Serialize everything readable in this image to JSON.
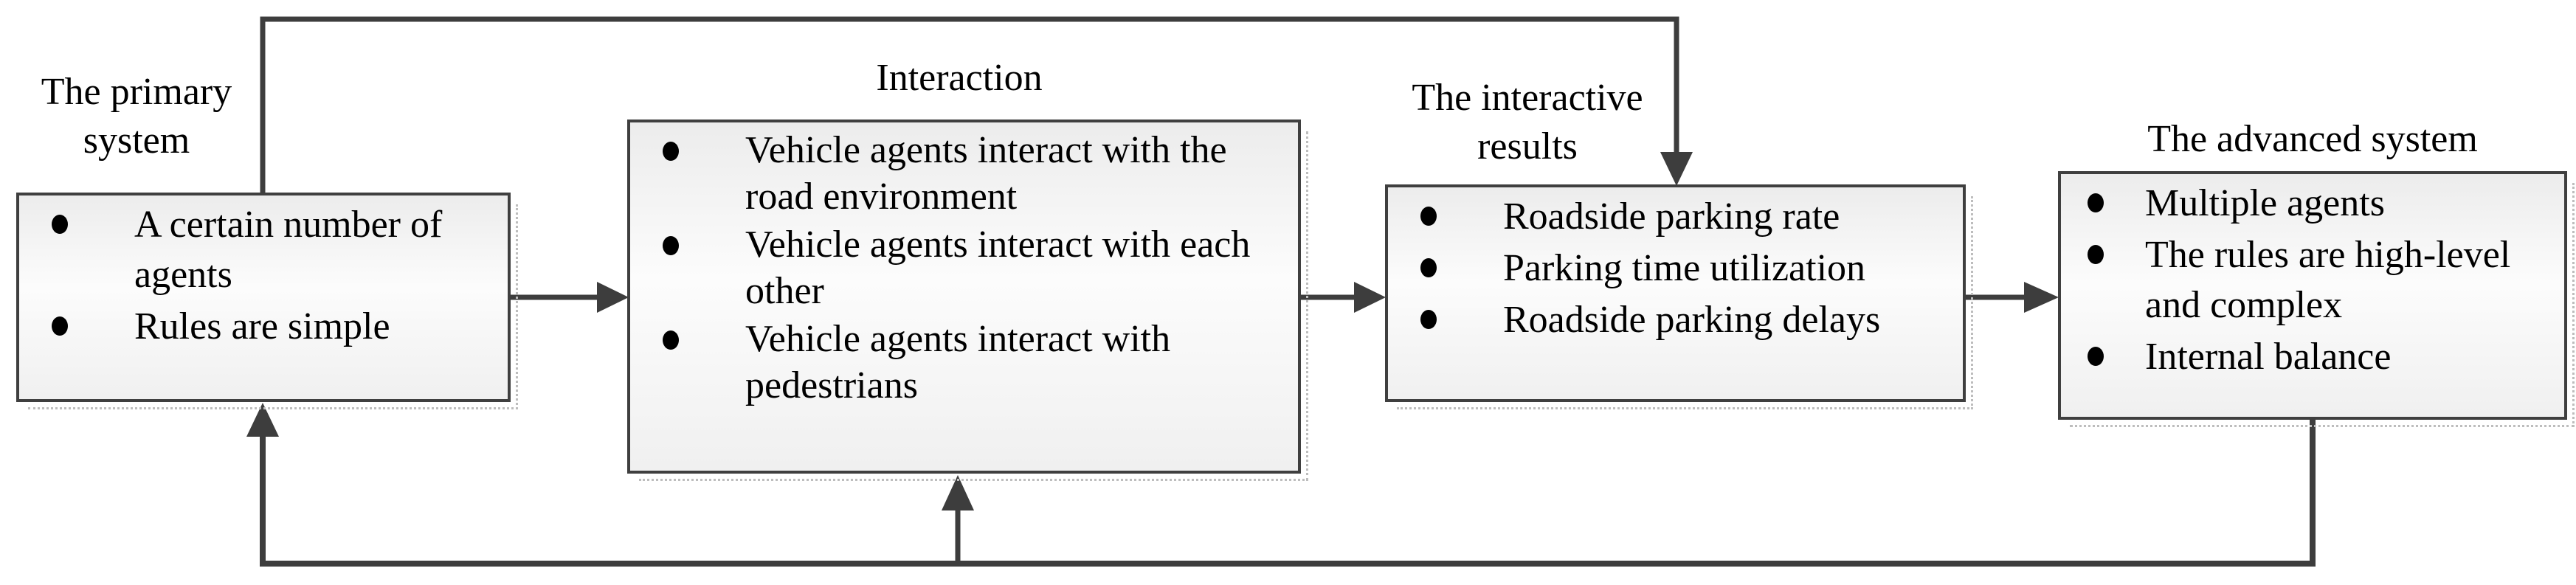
{
  "diagram": {
    "boxes": [
      {
        "title": "The primary system",
        "items": [
          "A certain number of agents",
          "Rules are simple"
        ]
      },
      {
        "title": "Interaction",
        "items": [
          "Vehicle agents interact with the road environment",
          "Vehicle agents interact with each other",
          "Vehicle agents interact with pedestrians"
        ]
      },
      {
        "title": "The interactive results",
        "items": [
          "Roadside parking rate",
          "Parking time utilization",
          "Roadside parking delays"
        ]
      },
      {
        "title": "The advanced system",
        "items": [
          "Multiple agents",
          "The rules are high-level and complex",
          "Internal balance"
        ]
      }
    ],
    "flow": {
      "forward_arrows": [
        "primary-system to interaction",
        "interaction to interactive-results",
        "interactive-results to advanced-system"
      ],
      "feedback_arrows": [
        "primary-system top loop into interactive-results",
        "advanced-system bottom loop into primary-system",
        "advanced-system bottom loop into interaction"
      ]
    },
    "colors": {
      "line": "#3d3d3d",
      "box_border": "#3f3f3f",
      "box_fill_top": "#ececec",
      "box_fill_mid": "#fcfcfc",
      "box_fill_bottom": "#f0f0f0",
      "shadow_dots": "#bdbdbd",
      "bullet": "#000000",
      "background": "#ffffff"
    }
  }
}
